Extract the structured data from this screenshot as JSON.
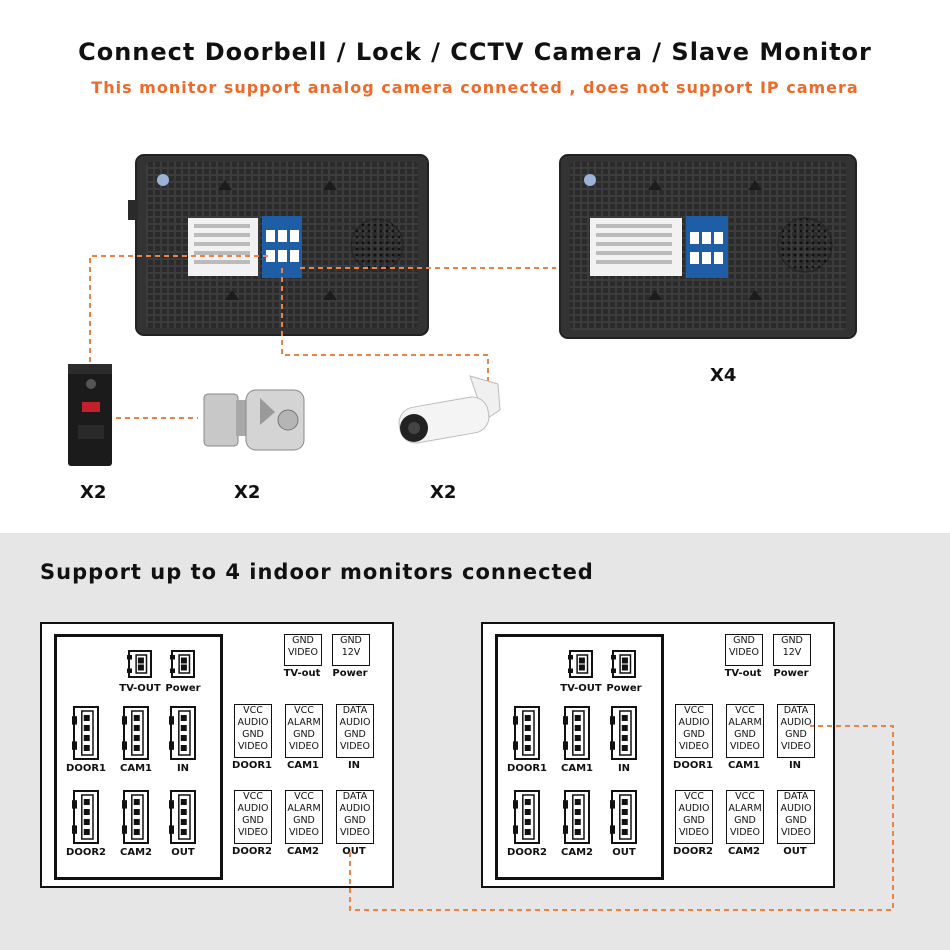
{
  "header": {
    "title": "Connect Doorbell / Lock / CCTV Camera / Slave Monitor",
    "subtitle": "This monitor support analog camera connected , does not  support IP camera"
  },
  "devices": {
    "doorbell_qty": "X2",
    "lock_qty": "X2",
    "camera_qty": "X2",
    "monitor_qty": "X4"
  },
  "section2": {
    "title": "Support up to 4 indoor monitors connected"
  },
  "wiring_panel": {
    "small_connectors": [
      "TV-OUT",
      "Power"
    ],
    "large_row1": [
      "DOOR1",
      "CAM1",
      "IN"
    ],
    "large_row2": [
      "DOOR2",
      "CAM2",
      "OUT"
    ],
    "top_boxes": [
      {
        "lines": [
          "GND",
          "VIDEO"
        ],
        "label": "TV-out"
      },
      {
        "lines": [
          "GND",
          "12V"
        ],
        "label": "Power"
      }
    ],
    "row1_boxes": [
      {
        "lines": [
          "VCC",
          "AUDIO",
          "GND",
          "VIDEO"
        ],
        "label": "DOOR1"
      },
      {
        "lines": [
          "VCC",
          "ALARM",
          "GND",
          "VIDEO"
        ],
        "label": "CAM1"
      },
      {
        "lines": [
          "DATA",
          "AUDIO",
          "GND",
          "VIDEO"
        ],
        "label": "IN"
      }
    ],
    "row2_boxes": [
      {
        "lines": [
          "VCC",
          "AUDIO",
          "GND",
          "VIDEO"
        ],
        "label": "DOOR2"
      },
      {
        "lines": [
          "VCC",
          "ALARM",
          "GND",
          "VIDEO"
        ],
        "label": "CAM2"
      },
      {
        "lines": [
          "DATA",
          "AUDIO",
          "GND",
          "VIDEO"
        ],
        "label": "OUT"
      }
    ]
  },
  "colors": {
    "accent": "#ee6a2a",
    "wire": "#e8834a",
    "bottom_bg": "#e6e6e6",
    "monitor": "#3a3a3a"
  }
}
